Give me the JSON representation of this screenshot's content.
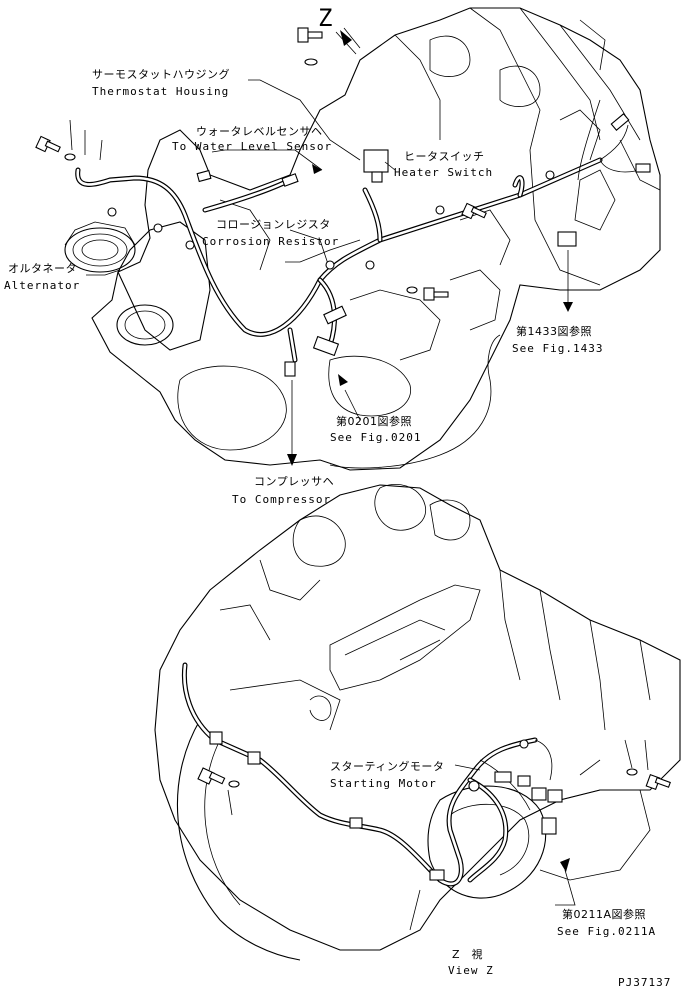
{
  "diagram": {
    "view_letter": "Z",
    "labels": {
      "thermostat_housing": {
        "jp": "サーモスタットハウジング",
        "en": "Thermostat Housing"
      },
      "water_level_sensor": {
        "jp": "ウォータレベルセンサヘ",
        "en": "To Water Level Sensor"
      },
      "heater_switch": {
        "jp": "ヒータスイッチ",
        "en": "Heater Switch"
      },
      "corrosion_resistor": {
        "jp": "コロージョンレジスタ",
        "en": "Corrosion Resistor"
      },
      "alternator": {
        "jp": "オルタネータ",
        "en": "Alternator"
      },
      "fig_1433": {
        "jp": "第1433図参照",
        "en": "See Fig.1433"
      },
      "fig_0201": {
        "jp": "第0201図参照",
        "en": "See Fig.0201"
      },
      "compressor": {
        "jp": "コンプレッサヘ",
        "en": "To Compressor"
      },
      "starting_motor": {
        "jp": "スターティングモータ",
        "en": "Starting Motor"
      },
      "fig_0211a": {
        "jp": "第0211A図参照",
        "en": "See Fig.0211A"
      },
      "view_z": {
        "jp": "Z　視",
        "en": "View Z"
      }
    },
    "drawing_number": "PJ37137"
  }
}
